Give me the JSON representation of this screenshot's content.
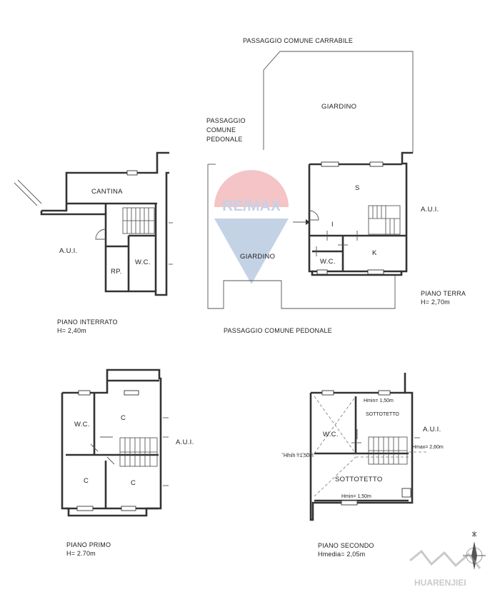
{
  "labels": {
    "passaggio_carrabile": "PASSAGGIO COMUNE CARRABILE",
    "passaggio_pedonale_side_1": "PASSAGGIO",
    "passaggio_pedonale_side_2": "COMUNE",
    "passaggio_pedonale_side_3": "PEDONALE",
    "passaggio_pedonale_bottom": "PASSAGGIO COMUNE PEDONALE",
    "giardino_top": "GIARDINO",
    "giardino_bottom": "GIARDINO",
    "aui": "A.U.I."
  },
  "piano_interrato": {
    "title": "PIANO INTERRATO",
    "height": "H= 2,40m",
    "rooms": {
      "cantina": "CANTINA",
      "wc": "W.C.",
      "rp": "RP."
    }
  },
  "piano_terra": {
    "title": "PIANO TERRA",
    "height": "H= 2,70m",
    "rooms": {
      "s": "S",
      "i": "I",
      "k": "K",
      "wc": "W.C."
    }
  },
  "piano_primo": {
    "title": "PIANO PRIMO",
    "height": "H= 2.70m",
    "rooms": {
      "wc": "W.C.",
      "c1": "C",
      "c2": "C",
      "c3": "C"
    }
  },
  "piano_secondo": {
    "title": "PIANO SECONDO",
    "height": "Hmedia= 2,05m",
    "rooms": {
      "wc": "W.C.",
      "sottotetto_small": "SOTTOTETTO",
      "sottotetto_large": "SOTTOTETTO"
    },
    "annotations": {
      "hmin_top": "Hmin= 1,50m",
      "hmin_left": "Hmin =1,50m",
      "hmax": "Hmax= 2,60m",
      "hmin_bottom": "Hmin= 1,50m"
    }
  },
  "watermark": {
    "brand": "RE/MAX",
    "site": "HUARENJIEI"
  },
  "colors": {
    "remax_red": "#d9303b",
    "remax_blue": "#2f5fa8",
    "line": "#333333"
  },
  "icons": {
    "compass": "north-arrow-icon"
  }
}
